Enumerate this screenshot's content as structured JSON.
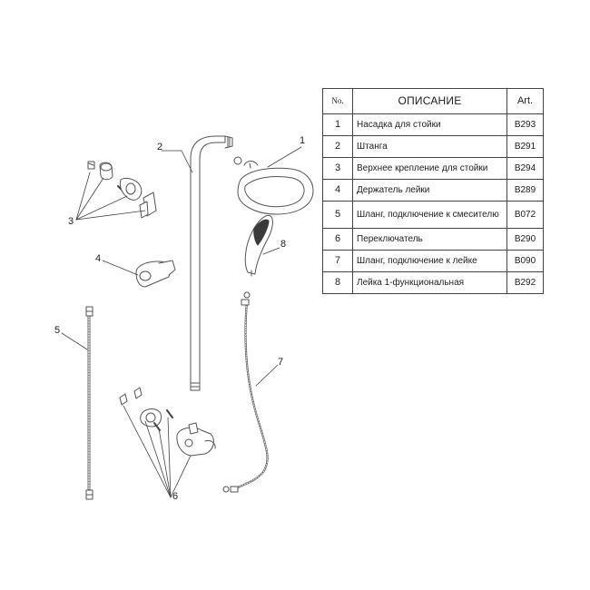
{
  "table": {
    "headers": {
      "no": "No.",
      "description": "ОПИСАНИЕ",
      "art": "Art."
    },
    "rows": [
      {
        "no": "1",
        "description": "Насадка для стойки",
        "art": "B293"
      },
      {
        "no": "2",
        "description": "Штанга",
        "art": "B291"
      },
      {
        "no": "3",
        "description": "Верхнее крепление для стойки",
        "art": "B294"
      },
      {
        "no": "4",
        "description": "Держатель лейки",
        "art": "B289"
      },
      {
        "no": "5",
        "description": "Шланг, подключение к смесителю",
        "art": "B072"
      },
      {
        "no": "6",
        "description": "Переключатель",
        "art": "B290"
      },
      {
        "no": "7",
        "description": "Шланг, подключение к лейке",
        "art": "B090"
      },
      {
        "no": "8",
        "description": "Лейка 1-функциональная",
        "art": "B292"
      }
    ]
  },
  "callouts": [
    "1",
    "2",
    "3",
    "4",
    "5",
    "6",
    "7",
    "8"
  ]
}
